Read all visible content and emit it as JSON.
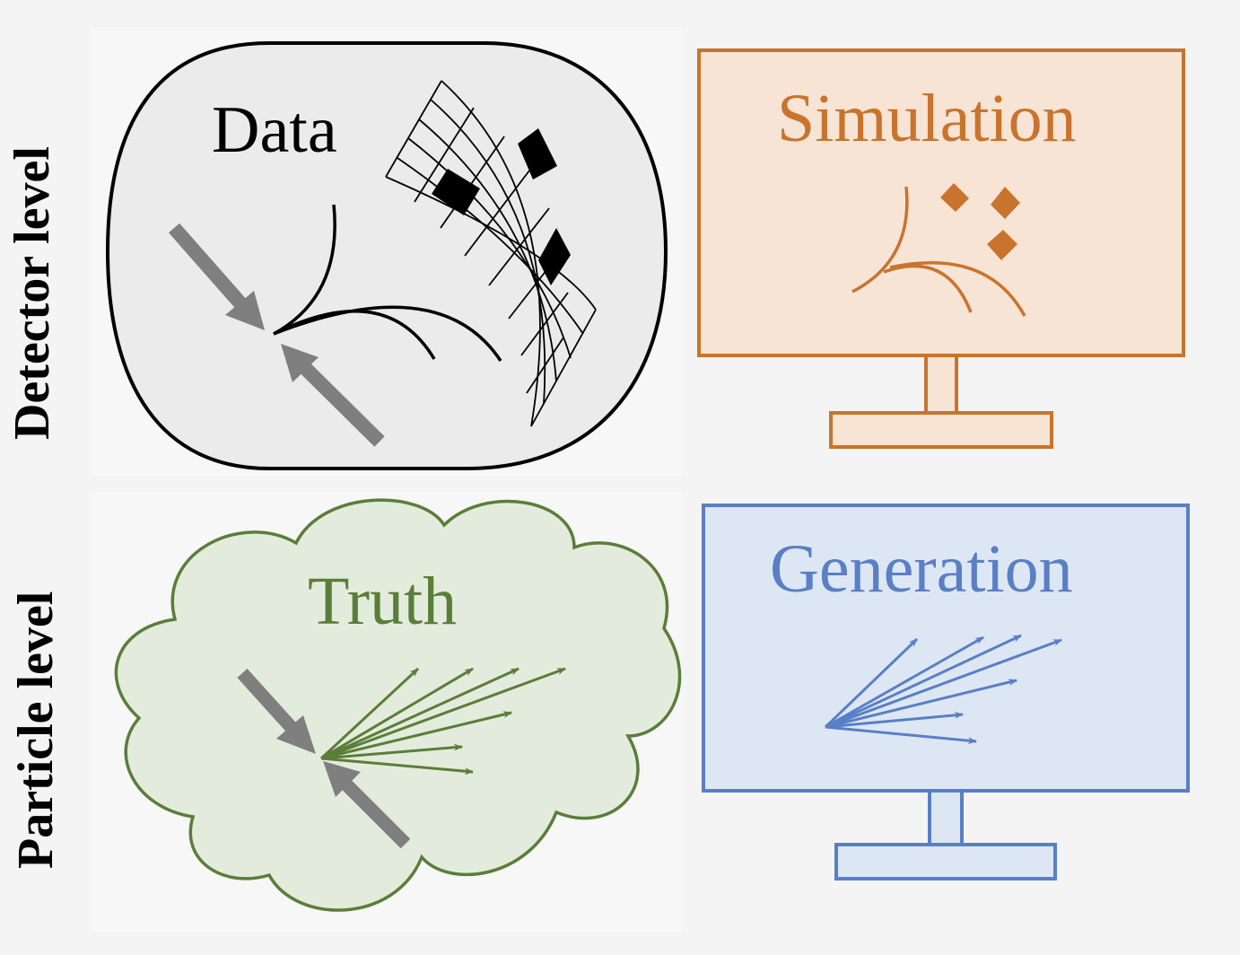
{
  "row_labels": {
    "detector": "Detector level",
    "particle": "Particle level"
  },
  "quadrants": {
    "data": {
      "title": "Data",
      "color": "#000000"
    },
    "simulation": {
      "title": "Simulation",
      "color": "#c8742e"
    },
    "truth": {
      "title": "Truth",
      "color": "#5a7e3a"
    },
    "generation": {
      "title": "Generation",
      "color": "#5a7fc6"
    }
  },
  "colors": {
    "simulation_fill": "#f7e4d4",
    "truth_fill": "#e3ecdc",
    "generation_fill": "#dde7f4",
    "data_fill": "#ebebeb",
    "beam_arrow": "#7f7f7f"
  }
}
